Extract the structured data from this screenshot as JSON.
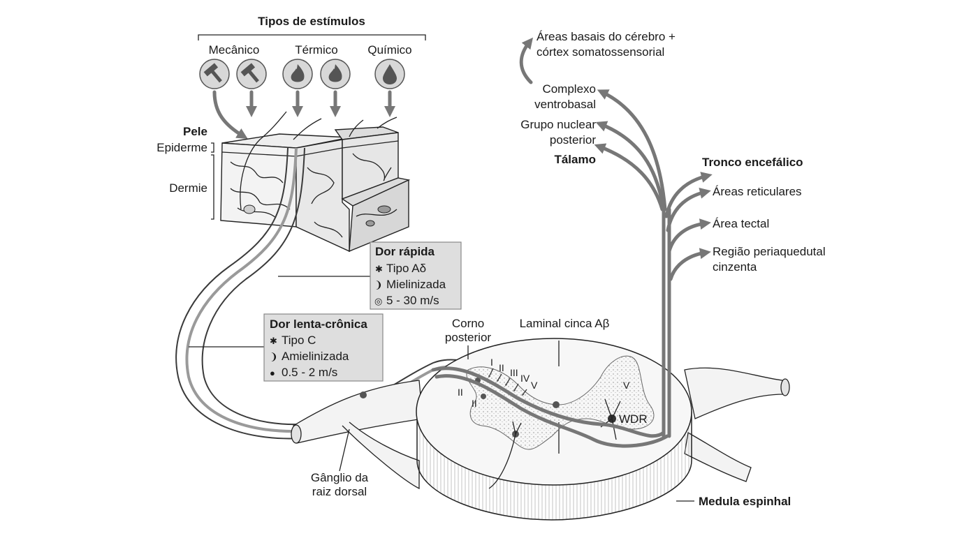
{
  "colors": {
    "arrow": "#777777",
    "box_fill": "#dedede",
    "box_stroke": "#888888",
    "outline": "#222222"
  },
  "stimuli": {
    "title": "Tipos de estímulos",
    "mechanical": "Mecânico",
    "thermal": "Térmico",
    "chemical": "Químico",
    "icons": [
      "hammer-icon",
      "hammer-icon",
      "flame-icon",
      "flame-icon",
      "droplet-icon"
    ]
  },
  "skin": {
    "title": "Pele",
    "epidermis": "Epiderme",
    "dermis": "Dermie"
  },
  "fast_pain": {
    "title": "Dor rápida",
    "type": "Tipo Aδ",
    "myelin": "Mielinizada",
    "speed": "5 - 30 m/s"
  },
  "slow_pain": {
    "title": "Dor lenta-crônica",
    "type": "Tipo C",
    "myelin": "Amielinizada",
    "speed": "0.5 - 2 m/s"
  },
  "spinal": {
    "horn": "Corno posterior",
    "horn_line1": "Corno",
    "horn_line2": "posterior",
    "laminal": "Laminal cinca Aβ",
    "laminae": [
      "I",
      "II",
      "III",
      "IV",
      "V",
      "II",
      "II",
      "V"
    ],
    "wdr": "WDR",
    "ganglion_line1": "Gânglio da",
    "ganglion_line2": "raiz dorsal",
    "cord": "Medula espinhal"
  },
  "brain": {
    "cortex_line1": "Áreas basais do cérebro +",
    "cortex_line2": "córtex somatossensorial",
    "vb_line1": "Complexo",
    "vb_line2": "ventrobasal",
    "pn_line1": "Grupo nuclear",
    "pn_line2": "posterior",
    "thalamus": "Tálamo",
    "brainstem": "Tronco encefálico",
    "reticular": "Áreas reticulares",
    "tectal": "Área tectal",
    "pag_line1": "Região periaquedutal",
    "pag_line2": "cinzenta"
  }
}
